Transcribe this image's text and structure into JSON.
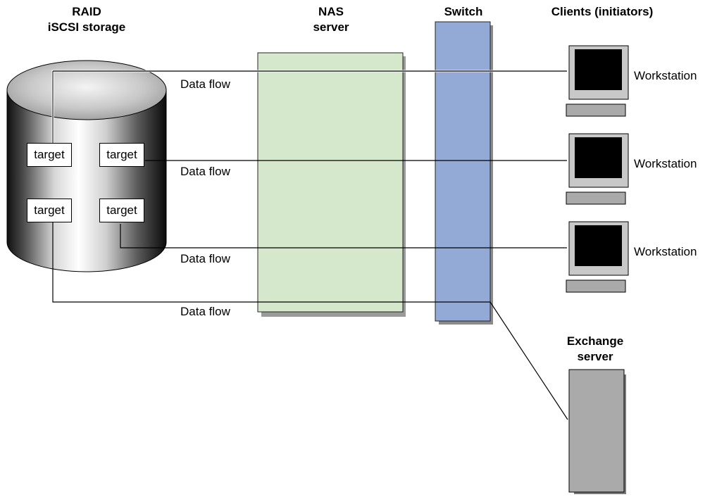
{
  "storage": {
    "title_line1": "RAID",
    "title_line2": "iSCSI storage",
    "targets": [
      "target",
      "target",
      "target",
      "target"
    ]
  },
  "nas": {
    "title_line1": "NAS",
    "title_line2": "server",
    "color": "#d5e8cc"
  },
  "switch": {
    "title": "Switch",
    "color": "#93aad6"
  },
  "clients": {
    "title": "Clients (initiators)",
    "workstations": [
      "Workstation",
      "Workstation",
      "Workstation"
    ]
  },
  "exchange": {
    "title_line1": "Exchange",
    "title_line2": "server",
    "color": "#aaaaaa"
  },
  "flows": [
    "Data flow",
    "Data flow",
    "Data flow",
    "Data flow"
  ]
}
